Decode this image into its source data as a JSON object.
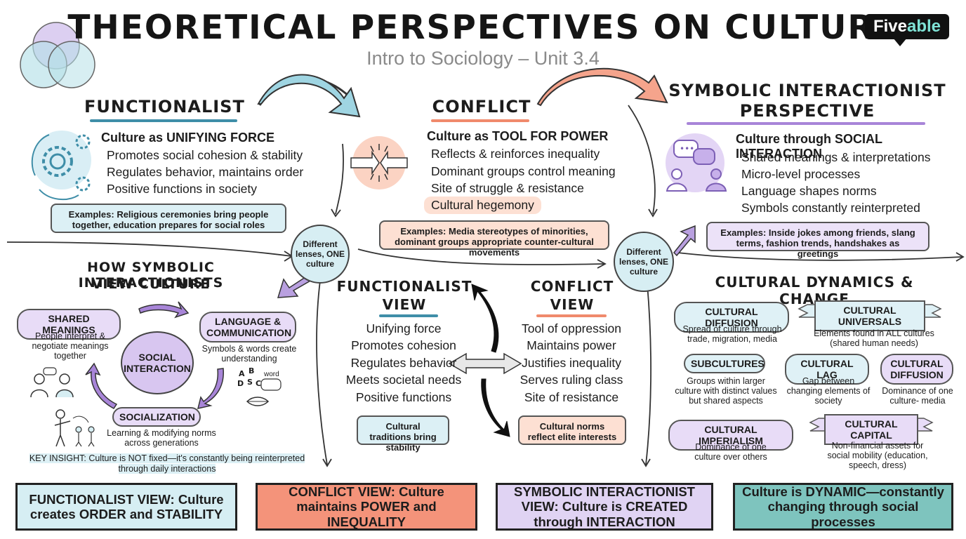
{
  "header": {
    "title": "THEORETICAL PERSPECTIVES ON CULTURE",
    "subtitle": "Intro to Sociology – Unit 3.4",
    "logo_main": "Five",
    "logo_accent": "able"
  },
  "functionalist": {
    "title": "FUNCTIONALIST",
    "lead": "Culture as UNIFYING FORCE",
    "items": [
      "Promotes social cohesion & stability",
      "Regulates behavior, maintains order",
      "Positive functions in society"
    ],
    "example": "Examples: Religious ceremonies bring people together, education prepares for social roles"
  },
  "conflict": {
    "title": "CONFLICT",
    "lead": "Culture as TOOL FOR POWER",
    "items": [
      "Reflects & reinforces inequality",
      "Dominant groups control meaning",
      "Site of struggle & resistance",
      "Cultural hegemony"
    ],
    "example": "Examples: Media stereotypes of minorities, dominant groups appropriate counter-cultural movements"
  },
  "symbolic": {
    "title_line1": "SYMBOLIC INTERACTIONIST",
    "title_line2": "PERSPECTIVE",
    "lead": "Culture through SOCIAL INTERACTION",
    "items": [
      "Shared meanings & interpretations",
      "Micro-level processes",
      "Language shapes norms",
      "Symbols constantly reinterpreted"
    ],
    "example": "Examples: Inside jokes among friends, slang terms, fashion trends, handshakes as greetings"
  },
  "lens_label": "Different lenses, ONE culture",
  "how_symbolic": {
    "title_line1": "HOW SYMBOLIC INTERACTIONISTS",
    "title_line2": "VIEW CULTURE",
    "center": "SOCIAL INTERACTION",
    "shared_meanings": {
      "label": "SHARED MEANINGS",
      "desc": "People interpret & negotiate meanings together"
    },
    "language": {
      "label": "LANGUAGE & COMMUNICATION",
      "desc": "Symbols & words create understanding"
    },
    "socialization": {
      "label": "SOCIALIZATION",
      "desc": "Learning & modifying norms across generations"
    },
    "icon_word": "word",
    "icon_letters": [
      "A",
      "B",
      "D",
      "S",
      "C"
    ],
    "key_insight": "KEY INSIGHT: Culture is NOT fixed—it's constantly being reinterpreted through daily interactions"
  },
  "functionalist_view": {
    "title_line1": "FUNCTIONALIST",
    "title_line2": "VIEW",
    "items": [
      "Unifying force",
      "Promotes cohesion",
      "Regulates behavior",
      "Meets societal needs",
      "Positive functions"
    ],
    "box": "Cultural traditions bring stability"
  },
  "conflict_view": {
    "title_line1": "CONFLICT",
    "title_line2": "VIEW",
    "items": [
      "Tool of oppression",
      "Maintains power",
      "Justifies inequality",
      "Serves ruling class",
      "Site of resistance"
    ],
    "box": "Cultural norms reflect elite interests"
  },
  "dynamics": {
    "title": "CULTURAL DYNAMICS & CHANGE",
    "diffusion": {
      "label": "CULTURAL DIFFUSION",
      "desc": "Spread of culture through trade, migration, media"
    },
    "universals": {
      "label": "CULTURAL UNIVERSALS",
      "desc": "Elements found in ALL cultures (shared human needs)"
    },
    "subcultures": {
      "label": "SUBCULTURES",
      "desc": "Groups within larger culture with distinct values but shared aspects"
    },
    "lag": {
      "label": "CULTURAL LAG",
      "desc": "Gap between changing elements of society"
    },
    "diffusion2": {
      "label": "CULTURAL DIFFUSION",
      "desc": "Dominance of one culture- media"
    },
    "imperialism": {
      "label": "CULTURAL IMPERIALISM",
      "desc": "Dominance of one culture over others"
    },
    "capital": {
      "label": "CULTURAL CAPITAL",
      "desc": "Non-financial assets for social mobility (education, speech, dress)"
    }
  },
  "bottom": [
    {
      "text": "FUNCTIONALIST VIEW: Culture creates ORDER and STABILITY",
      "color": "#d6eef3"
    },
    {
      "text": "CONFLICT VIEW: Culture maintains POWER and INEQUALITY",
      "color": "#f4937a"
    },
    {
      "text": "SYMBOLIC INTERACTIONIST VIEW: Culture is CREATED through INTERACTION",
      "color": "#e0d3f3"
    },
    {
      "text": "Culture is DYNAMIC—constantly changing through social processes",
      "color": "#7ec4be"
    }
  ],
  "colors": {
    "teal": "#6cb9cc",
    "salmon": "#f08a6c",
    "purple": "#a885d8",
    "light_teal": "#dcf0f5",
    "light_salmon": "#fde0d3",
    "light_purple": "#ece2f8"
  }
}
